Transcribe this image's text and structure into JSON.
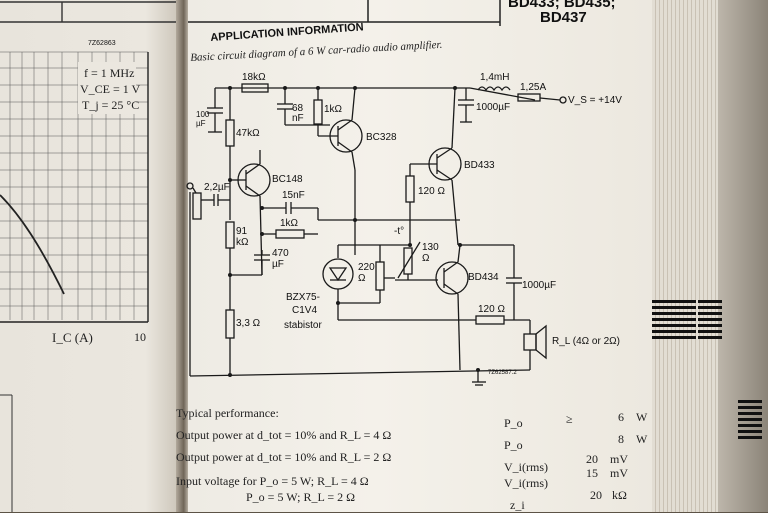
{
  "header": {
    "part_numbers": "BD433; BD435;",
    "part_number_2": "BD437"
  },
  "section": {
    "title": "APPLICATION INFORMATION",
    "caption": "Basic circuit diagram of a 6 W car-radio audio amplifier."
  },
  "left_graph": {
    "fig_id": "7Z62863",
    "conditions": [
      "f = 1 MHz",
      "V_CE = 1 V",
      "T_j = 25 °C"
    ],
    "xlabel": "I_C (A)",
    "xtick": "10"
  },
  "circuit": {
    "fig_id": "7Z62587.2",
    "components": {
      "r_18k": "18kΩ",
      "c_100u": "100 µF",
      "r_47k": "47kΩ",
      "c_68n": "68 nF",
      "r_1k_top": "1kΩ",
      "bc328": "BC328",
      "l_1_4mh": "1,4mH",
      "fuse": "1,25A",
      "vs": "V_S = +14V",
      "c_1000_top": "1000µF",
      "bc148": "BC148",
      "c_2_2u": "2,2µF",
      "c_15n": "15nF",
      "r_1k_fb": "1kΩ",
      "bd433": "BD433",
      "r_120_mid": "120 Ω",
      "r_91k": "91 kΩ",
      "c_470": "470 µF",
      "ntc": "-t°",
      "r_130": "130 Ω",
      "r_220": "220 Ω",
      "zener": "BZX75-",
      "zener_2": "C1V4",
      "stabistor": "stabistor",
      "bd434": "BD434",
      "c_1000_out": "1000µF",
      "r_120_out": "120 Ω",
      "speaker": "R_L (4Ω or 2Ω)",
      "r_3_3": "3,3 Ω"
    }
  },
  "performance": {
    "heading": "Typical performance:",
    "rows": [
      {
        "label": "Output power at d_tot = 10% and R_L = 4 Ω",
        "sym": "P_o",
        "rel": "≥",
        "value": "6",
        "unit": "W"
      },
      {
        "label": "Output power at d_tot = 10% and R_L = 2 Ω",
        "sym": "P_o",
        "rel": "",
        "value": "8",
        "unit": "W"
      },
      {
        "label": "Input voltage for P_o = 5 W; R_L = 4 Ω",
        "sym": "V_i(rms)",
        "rel": "",
        "value": "20",
        "unit": "mV"
      },
      {
        "label": "P_o = 5 W; R_L = 2 Ω",
        "sym": "V_i(rms)",
        "rel": "",
        "value": "15",
        "unit": "mV"
      },
      {
        "label": "",
        "sym": "z_i",
        "rel": "",
        "value": "20",
        "unit": "kΩ"
      }
    ]
  }
}
